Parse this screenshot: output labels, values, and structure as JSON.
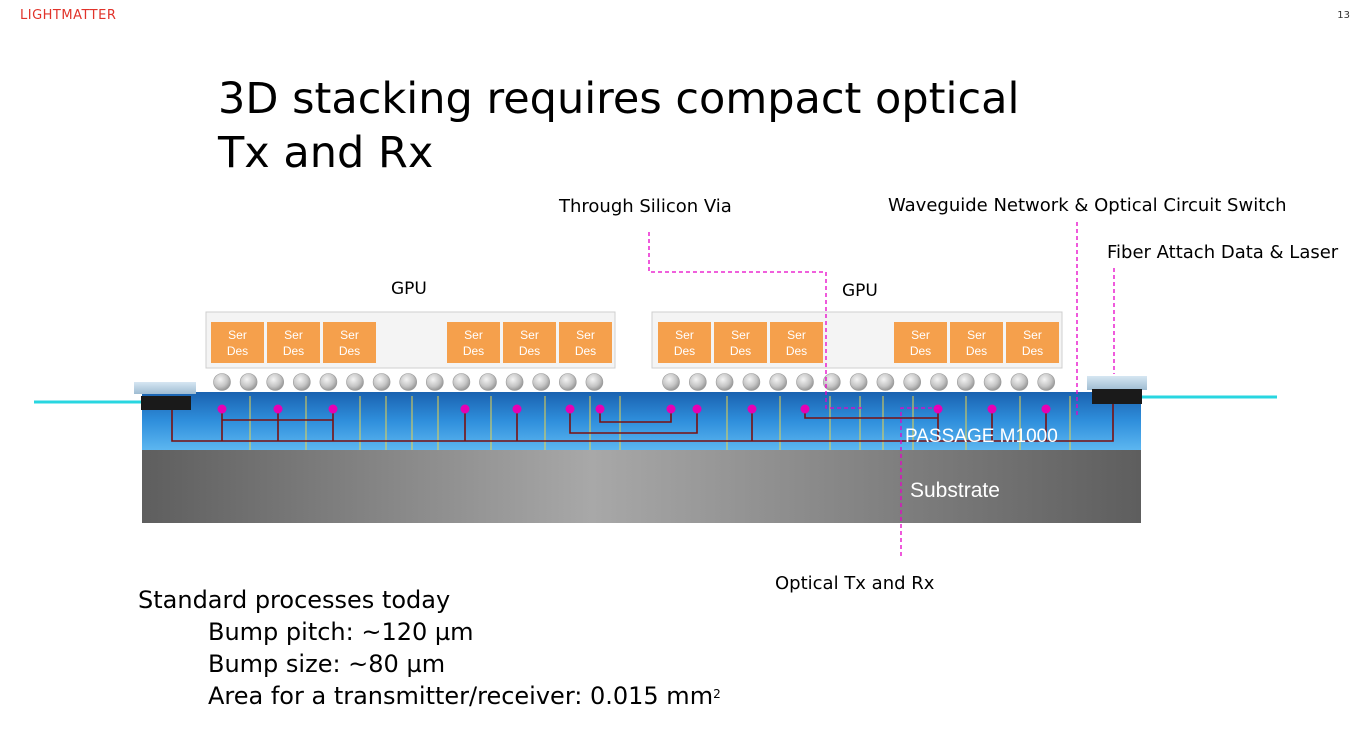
{
  "brand": {
    "logo_text": "LIGHTMATTER",
    "page_number": "13"
  },
  "title": {
    "line1": "3D stacking requires compact optical",
    "line2": "Tx and Rx"
  },
  "callouts": {
    "tsv": "Through Silicon Via",
    "waveguide": "Waveguide Network & Optical Circuit Switch",
    "fiber": "Fiber Attach Data & Laser",
    "optical_txrx": "Optical Tx and Rx"
  },
  "gpus": [
    {
      "label": "GPU",
      "serdes": [
        "Ser\nDes",
        "Ser\nDes",
        "Ser\nDes",
        "Ser\nDes",
        "Ser\nDes",
        "Ser\nDes"
      ]
    },
    {
      "label": "GPU",
      "serdes": [
        "Ser\nDes",
        "Ser\nDes",
        "Ser\nDes",
        "Ser\nDes",
        "Ser\nDes",
        "Ser\nDes"
      ]
    }
  ],
  "serdes_text": {
    "line1": "Ser",
    "line2": "Des"
  },
  "layers": {
    "interposer": "PASSAGE M1000",
    "substrate": "Substrate"
  },
  "notes": {
    "heading": "Standard processes today",
    "items": [
      "Bump pitch: ~120 µm",
      "Bump size: ~80 µm",
      "Area for a transmitter/receiver: 0.015 mm"
    ],
    "superscript": "2"
  },
  "colors": {
    "serdes_fill": "#f5a04c",
    "interposer": "#2a8fd8",
    "substrate": "#8a8a8a",
    "fiber": "#28d6e0",
    "callout_line": "#e600c8",
    "wire": "#8b1a1a",
    "bump_dot": "#e600b4"
  }
}
